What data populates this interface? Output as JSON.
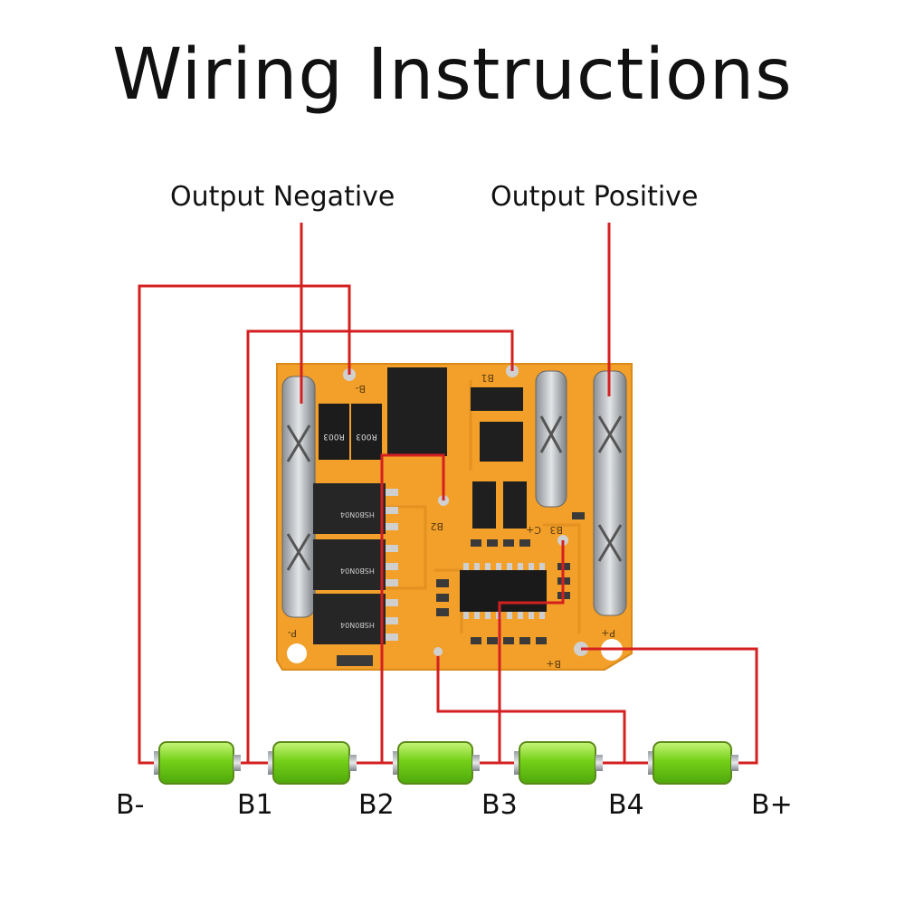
{
  "title": "Wiring Instructions",
  "labels": {
    "output_negative": "Output Negative",
    "output_positive": "Output Positive"
  },
  "terminals": [
    "B-",
    "B1",
    "B2",
    "B3",
    "B4",
    "B+"
  ],
  "board_silk": {
    "b_minus": "B-",
    "b1": "B1",
    "b2": "B2",
    "b3": "B3",
    "c_plus": "C+",
    "p_minus": "P-",
    "p_plus": "P+",
    "b_plus": "B+",
    "r003_a": "R003",
    "r003_b": "R003",
    "mos": "HSB0N04"
  },
  "colors": {
    "wire": "#d42020",
    "pcb": "#f2a02a",
    "battery": "#7ed321"
  }
}
